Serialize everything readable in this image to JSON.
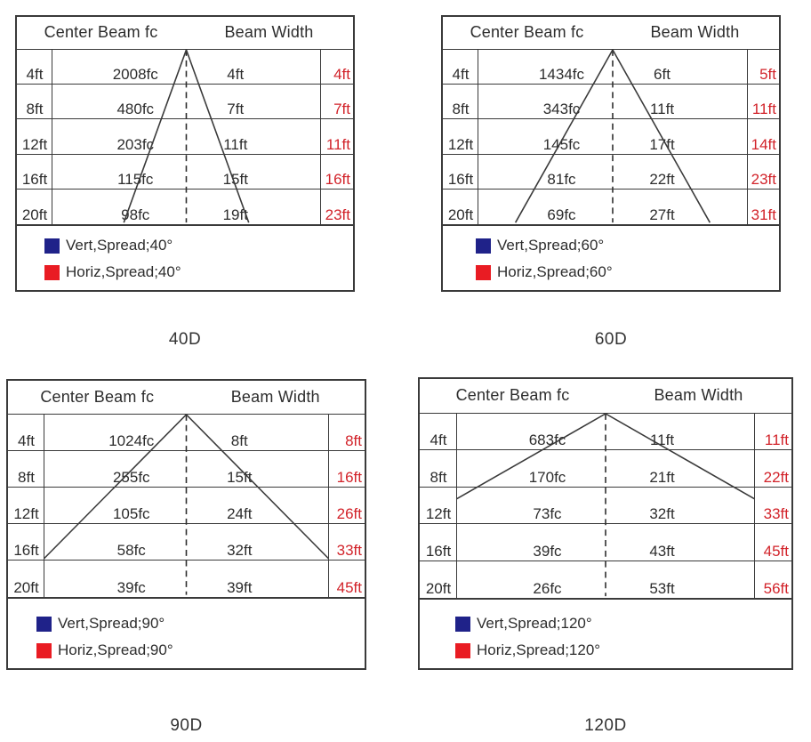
{
  "colors": {
    "line": "#3a3a3a",
    "text": "#2d2d2d",
    "red_value": "#d2232a",
    "legend_blue": "#1f2289",
    "legend_red": "#e91c23",
    "background": "#ffffff"
  },
  "charts": [
    {
      "caption": "40D",
      "header": {
        "fc": "Center Beam fc",
        "bw": "Beam Width"
      },
      "rows": [
        {
          "dist": "4ft",
          "fc": "2008fc",
          "bw": "4ft",
          "horiz": "4ft"
        },
        {
          "dist": "8ft",
          "fc": "480fc",
          "bw": "7ft",
          "horiz": "7ft"
        },
        {
          "dist": "12ft",
          "fc": "203fc",
          "bw": "11ft",
          "horiz": "11ft"
        },
        {
          "dist": "16ft",
          "fc": "115fc",
          "bw": "15ft",
          "horiz": "16ft"
        },
        {
          "dist": "20ft",
          "fc": "98fc",
          "bw": "19ft",
          "horiz": "23ft"
        }
      ],
      "legend": [
        {
          "swatch": "#1f2289",
          "label": "Vert,Spread;40°"
        },
        {
          "swatch": "#e91c23",
          "label": "Horiz,Spread;40°"
        }
      ]
    },
    {
      "caption": "60D",
      "header": {
        "fc": "Center Beam fc",
        "bw": "Beam Width"
      },
      "rows": [
        {
          "dist": "4ft",
          "fc": "1434fc",
          "bw": "6ft",
          "horiz": "5ft"
        },
        {
          "dist": "8ft",
          "fc": "343fc",
          "bw": "11ft",
          "horiz": "11ft"
        },
        {
          "dist": "12ft",
          "fc": "145fc",
          "bw": "17ft",
          "horiz": "14ft"
        },
        {
          "dist": "16ft",
          "fc": "81fc",
          "bw": "22ft",
          "horiz": "23ft"
        },
        {
          "dist": "20ft",
          "fc": "69fc",
          "bw": "27ft",
          "horiz": "31ft"
        }
      ],
      "legend": [
        {
          "swatch": "#1f2289",
          "label": "Vert,Spread;60°"
        },
        {
          "swatch": "#e91c23",
          "label": "Horiz,Spread;60°"
        }
      ]
    },
    {
      "caption": "90D",
      "header": {
        "fc": "Center Beam fc",
        "bw": "Beam Width"
      },
      "rows": [
        {
          "dist": "4ft",
          "fc": "1024fc",
          "bw": "8ft",
          "horiz": "8ft"
        },
        {
          "dist": "8ft",
          "fc": "255fc",
          "bw": "15ft",
          "horiz": "16ft"
        },
        {
          "dist": "12ft",
          "fc": "105fc",
          "bw": "24ft",
          "horiz": "26ft"
        },
        {
          "dist": "16ft",
          "fc": "58fc",
          "bw": "32ft",
          "horiz": "33ft"
        },
        {
          "dist": "20ft",
          "fc": "39fc",
          "bw": "39ft",
          "horiz": "45ft"
        }
      ],
      "legend": [
        {
          "swatch": "#1f2289",
          "label": "Vert,Spread;90°"
        },
        {
          "swatch": "#e91c23",
          "label": "Horiz,Spread;90°"
        }
      ]
    },
    {
      "caption": "120D",
      "header": {
        "fc": "Center Beam fc",
        "bw": "Beam Width"
      },
      "rows": [
        {
          "dist": "4ft",
          "fc": "683fc",
          "bw": "11ft",
          "horiz": "11ft"
        },
        {
          "dist": "8ft",
          "fc": "170fc",
          "bw": "21ft",
          "horiz": "22ft"
        },
        {
          "dist": "12ft",
          "fc": "73fc",
          "bw": "32ft",
          "horiz": "33ft"
        },
        {
          "dist": "16ft",
          "fc": "39fc",
          "bw": "43ft",
          "horiz": "45ft"
        },
        {
          "dist": "20ft",
          "fc": "26fc",
          "bw": "53ft",
          "horiz": "56ft"
        }
      ],
      "legend": [
        {
          "swatch": "#1f2289",
          "label": "Vert,Spread;120°"
        },
        {
          "swatch": "#e91c23",
          "label": "Horiz,Spread;120°"
        }
      ]
    }
  ],
  "chart_data": [
    {
      "type": "table",
      "title": "40D",
      "beam_angle_deg": 40,
      "columns": [
        "distance_ft",
        "center_beam_fc",
        "vert_beam_width_ft",
        "horiz_beam_width_ft"
      ],
      "rows": [
        [
          4,
          2008,
          4,
          4
        ],
        [
          8,
          480,
          7,
          7
        ],
        [
          12,
          203,
          11,
          11
        ],
        [
          16,
          115,
          15,
          16
        ],
        [
          20,
          98,
          19,
          23
        ]
      ],
      "legend": [
        "Vert,Spread;40°",
        "Horiz,Spread;40°"
      ],
      "legend_position": "bottom-left"
    },
    {
      "type": "table",
      "title": "60D",
      "beam_angle_deg": 60,
      "columns": [
        "distance_ft",
        "center_beam_fc",
        "vert_beam_width_ft",
        "horiz_beam_width_ft"
      ],
      "rows": [
        [
          4,
          1434,
          6,
          5
        ],
        [
          8,
          343,
          11,
          11
        ],
        [
          12,
          145,
          17,
          14
        ],
        [
          16,
          81,
          22,
          23
        ],
        [
          20,
          69,
          27,
          31
        ]
      ],
      "legend": [
        "Vert,Spread;60°",
        "Horiz,Spread;60°"
      ],
      "legend_position": "bottom-left"
    },
    {
      "type": "table",
      "title": "90D",
      "beam_angle_deg": 90,
      "columns": [
        "distance_ft",
        "center_beam_fc",
        "vert_beam_width_ft",
        "horiz_beam_width_ft"
      ],
      "rows": [
        [
          4,
          1024,
          8,
          8
        ],
        [
          8,
          255,
          15,
          16
        ],
        [
          12,
          105,
          24,
          26
        ],
        [
          16,
          58,
          32,
          33
        ],
        [
          20,
          39,
          39,
          45
        ]
      ],
      "legend": [
        "Vert,Spread;90°",
        "Horiz,Spread;90°"
      ],
      "legend_position": "bottom-left"
    },
    {
      "type": "table",
      "title": "120D",
      "beam_angle_deg": 120,
      "columns": [
        "distance_ft",
        "center_beam_fc",
        "vert_beam_width_ft",
        "horiz_beam_width_ft"
      ],
      "rows": [
        [
          4,
          683,
          11,
          11
        ],
        [
          8,
          170,
          21,
          22
        ],
        [
          12,
          73,
          32,
          33
        ],
        [
          16,
          39,
          43,
          45
        ],
        [
          20,
          26,
          53,
          56
        ]
      ],
      "legend": [
        "Vert,Spread;120°",
        "Horiz,Spread;120°"
      ],
      "legend_position": "bottom-left"
    }
  ]
}
